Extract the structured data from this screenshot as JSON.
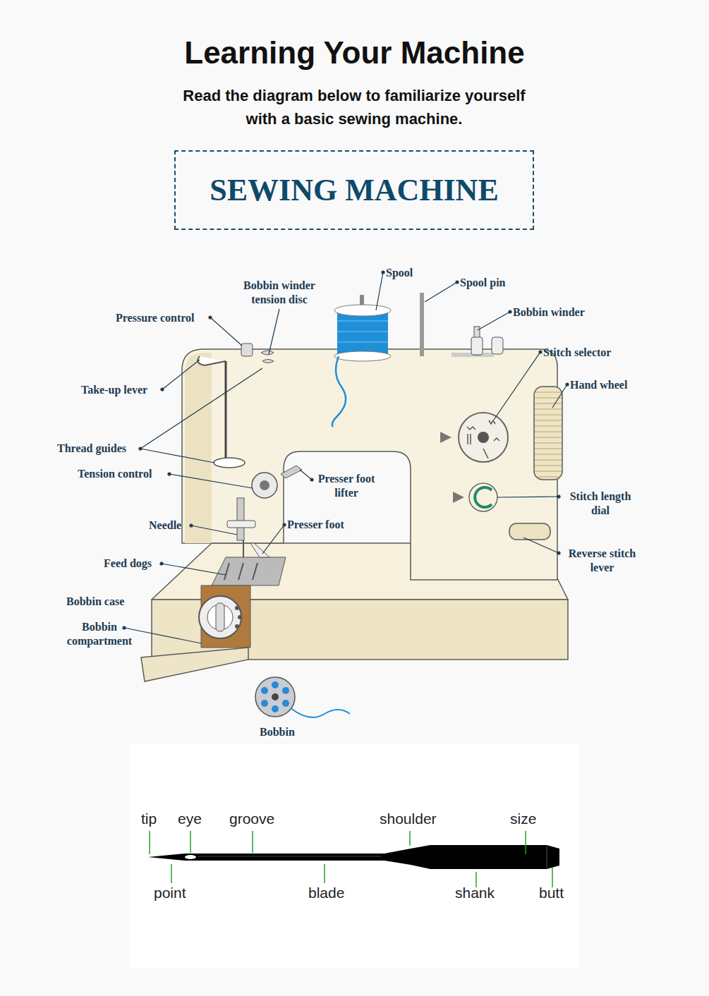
{
  "diagram": {
    "title": "Learning Your Machine",
    "nodes": [
      {
        "text": [
          "SEWING MACHINE"
        ]
      }
    ],
    "labels": [
      "Read the diagram below to familiarize yourself with a basic sewing machine.",
      "Spool",
      "Spool pin",
      "Bobbin winder tension disc",
      "Bobbin winder",
      "Pressure control",
      "Stitch selector",
      "Hand wheel",
      "Take-up lever",
      "Thread guides",
      "Tension control",
      "Presser foot lifter",
      "Stitch length dial",
      "Needle",
      "Presser foot",
      "Reverse stitch lever",
      "Feed dogs",
      "Bobbin case",
      "Bobbin compartment",
      "Bobbin",
      "tip",
      "eye",
      "groove",
      "shoulder",
      "size",
      "point",
      "blade",
      "shank",
      "butt"
    ]
  }
}
